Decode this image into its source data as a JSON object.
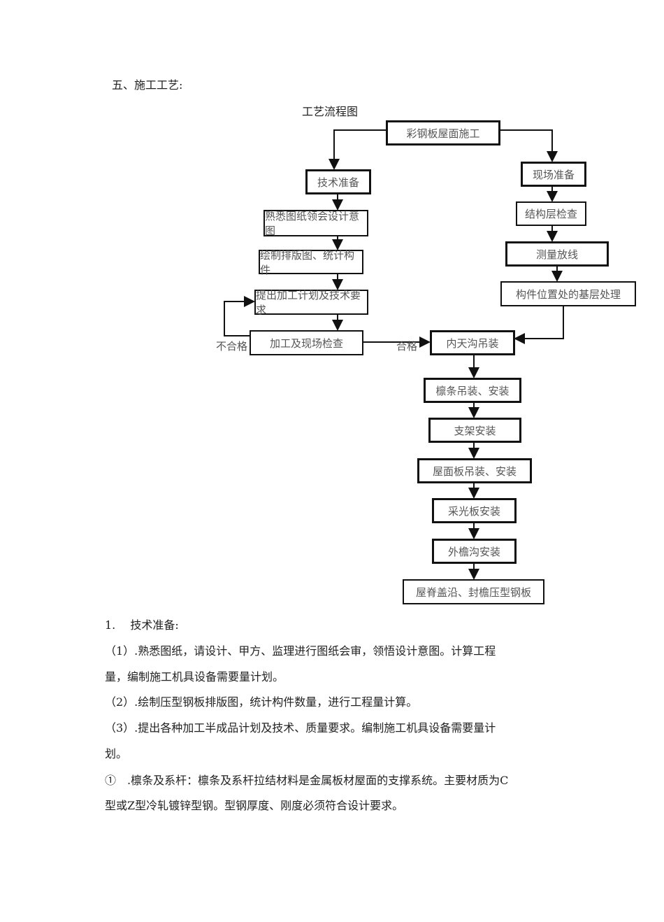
{
  "section_title": "五、施工工艺:",
  "flowchart": {
    "title": "工艺流程图",
    "start": "彩钢板屋面施工",
    "left": [
      "技术准备",
      "熟悉图纸领会设计意图",
      "绘制排版图、统计构件",
      "提出加工计划及技术要求",
      "加工及现场检查"
    ],
    "right": [
      "现场准备",
      "结构层检查",
      "测量放线",
      "构件位置处的基层处理"
    ],
    "center": [
      "内天沟吊装",
      "檩条吊装、安装",
      "支架安装",
      "屋面板吊装、安装",
      "采光板安装",
      "外檐沟安装",
      "屋脊盖沿、封檐压型钢板"
    ],
    "fail_label": "不合格",
    "pass_label": "合格"
  },
  "body": {
    "heading": "1.　 技术准备:",
    "lines": [
      "（1）.熟悉图纸，请设计、甲方、监理进行图纸会审，领悟设计意图。计算工程",
      "量，编制施工机具设备需要量计划。",
      "（2）.绘制压型钢板排版图，统计构件数量，进行工程量计算。",
      "（3）.提出各种加工半成品计划及技术、质量要求。编制施工机具设备需要量计",
      "划。",
      "①　.檩条及系杆：檩条及系杆拉结材料是金属板材屋面的支撑系统。主要材质为C",
      "型或Z型冷轧镀锌型钢。型钢厚度、刚度必须符合设计要求。"
    ]
  }
}
